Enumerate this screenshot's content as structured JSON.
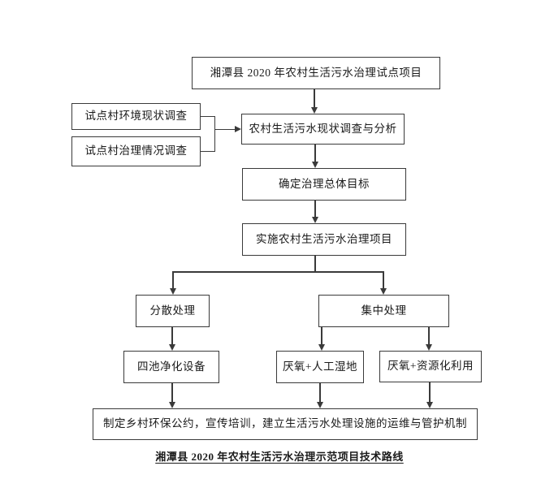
{
  "diagram": {
    "nodes": {
      "project": "湘潭县 2020 年农村生活污水治理试点项目",
      "env_survey": "试点村环境现状调查",
      "gov_survey": "试点村治理情况调查",
      "analysis": "农村生活污水现状调查与分析",
      "goal": "确定治理总体目标",
      "implement": "实施农村生活污水治理项目",
      "dispersed": "分散处理",
      "centralized": "集中处理",
      "four_pool": "四池净化设备",
      "wetland": "厌氧+人工湿地",
      "resource": "厌氧+资源化利用",
      "mechanism": "制定乡村环保公约，宣传培训，建立生活污水处理设施的运维与管护机制"
    },
    "caption": "湘潭县 2020 年农村生活污水治理示范项目技术路线",
    "colors": {
      "line": "#3a3a3a",
      "text": "#1a1a1a",
      "background": "#ffffff"
    }
  }
}
